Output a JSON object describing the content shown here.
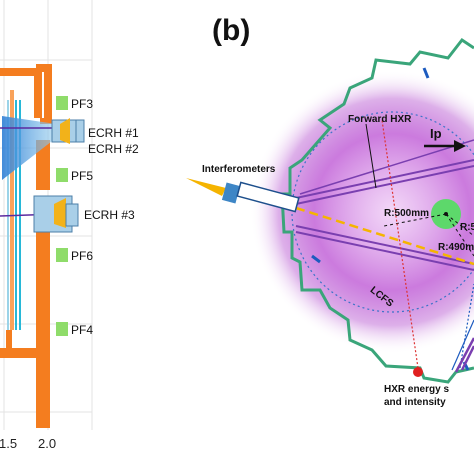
{
  "panel_b_label": "(b)",
  "panel_a": {
    "coils": [
      "PF3",
      "PF5",
      "PF6",
      "PF4"
    ],
    "ecrh": [
      "ECRH #1",
      "ECRH #2",
      "ECRH #3"
    ],
    "x_ticks": [
      "1.5",
      "2.0"
    ]
  },
  "panel_b": {
    "forward_hxr": "Forward HXR",
    "ip": "Ip",
    "interferometers": "Interferometers",
    "r500": "R:500mm",
    "r_partial": "R:5",
    "r490": "R:490m",
    "lcfs": "LCFS",
    "hxr_line1": "HXR energy s",
    "hxr_line2": "and intensity"
  },
  "colors": {
    "orange": "#f47d1f",
    "coil_green": "#8fdc6a",
    "port_blue": "#a9cfe8",
    "beam_purple": "#6b2fa0",
    "wall_green": "#3aa57a",
    "plasma_purple": "#b44fcf"
  }
}
